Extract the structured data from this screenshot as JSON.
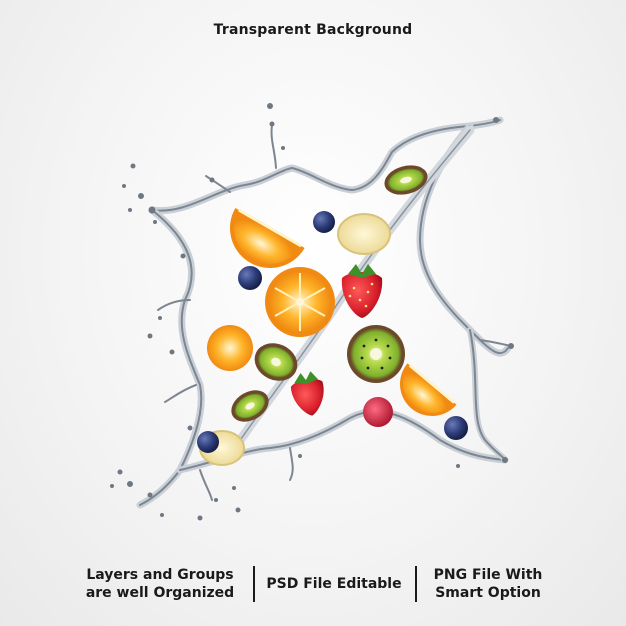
{
  "header": {
    "title": "Transparent Background"
  },
  "features": [
    {
      "line1": "Layers and Groups",
      "line2": "are well Organized"
    },
    {
      "line1": "PSD File Editable",
      "line2": ""
    },
    {
      "line1": "PNG File With",
      "line2": "Smart Option"
    }
  ],
  "art": {
    "subject": "fruit-water-splash",
    "colors": {
      "orange": "#f7a21b",
      "kiwi_green": "#8cc63f",
      "strawberry": "#d81e2b",
      "blueberry": "#2d3d7a",
      "raspberry": "#c8263e",
      "water": "#9aa3ad"
    }
  }
}
